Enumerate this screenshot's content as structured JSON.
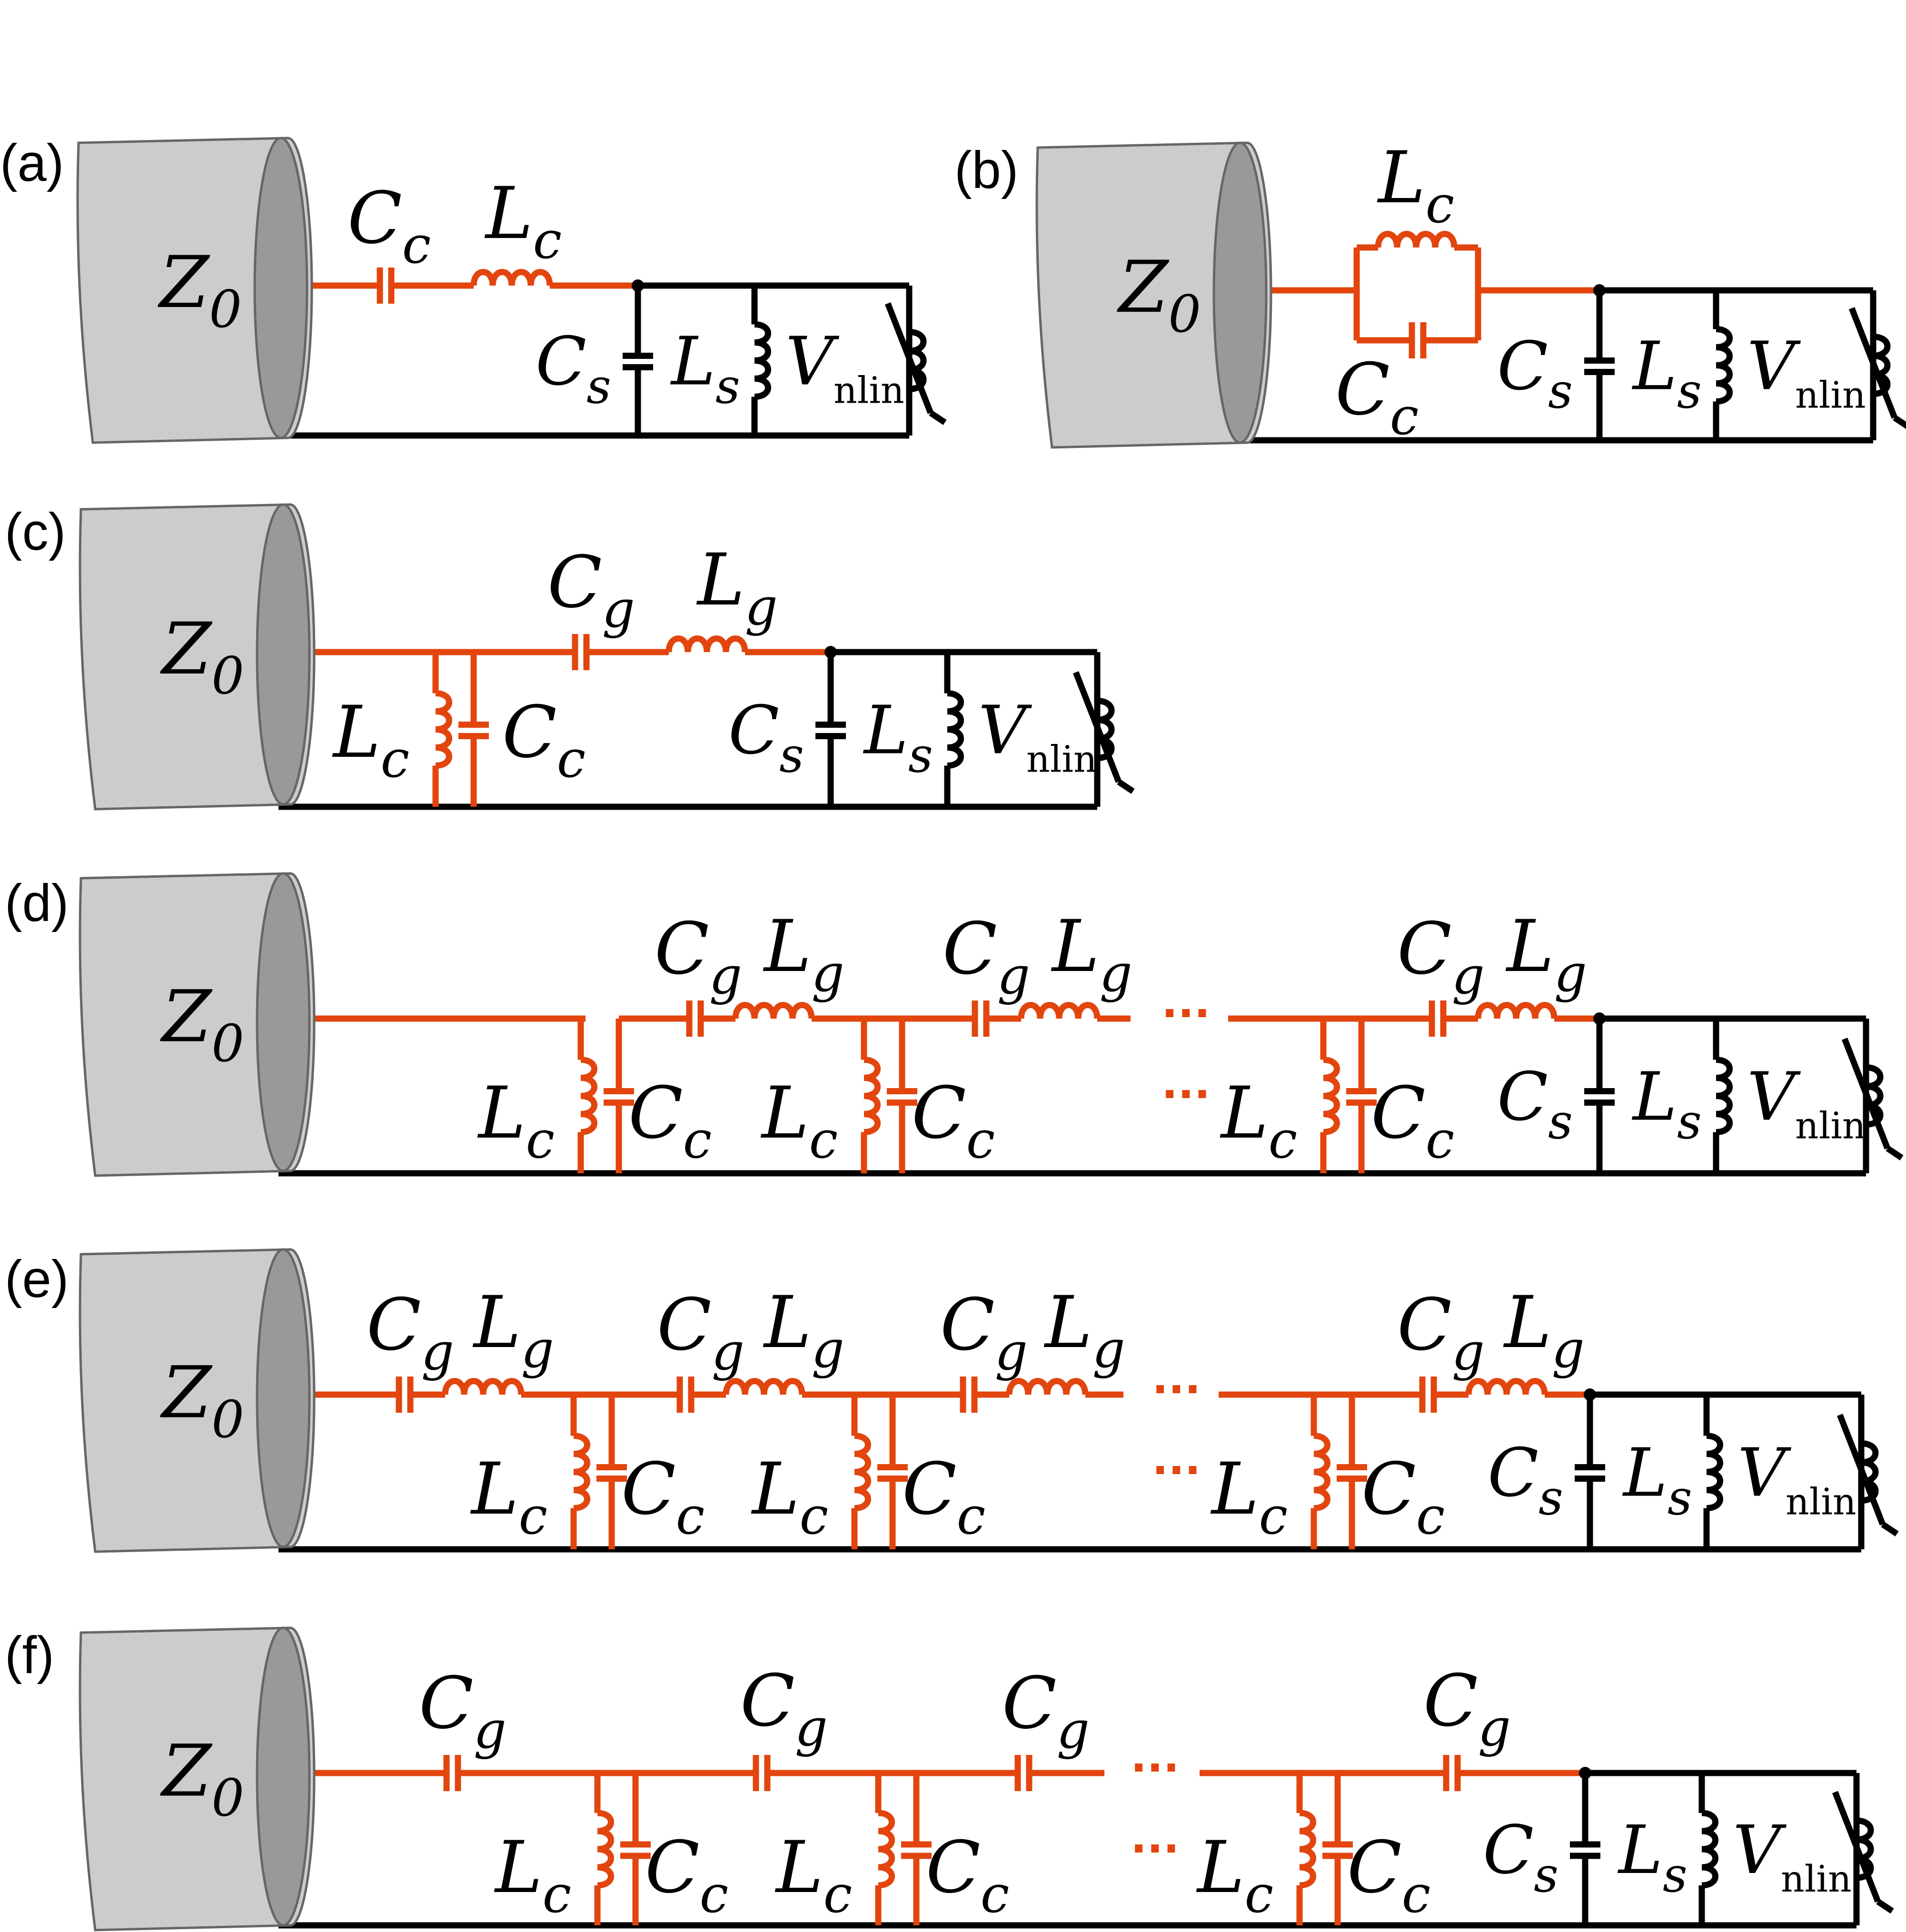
{
  "colors": {
    "feed": "#e2450e",
    "circuit": "#000000",
    "cylinder_body": "#cccccc",
    "cylinder_face": "#999999",
    "cylinder_edge": "#666666"
  },
  "labels": {
    "Z0": [
      "Z",
      "0"
    ],
    "Cc": [
      "C",
      "c"
    ],
    "Lc": [
      "L",
      "c"
    ],
    "Cg": [
      "C",
      "g"
    ],
    "Lg": [
      "L",
      "g"
    ],
    "Cs": [
      "C",
      "s"
    ],
    "Ls": [
      "L",
      "s"
    ],
    "Vn": [
      "V",
      "nlin"
    ]
  },
  "ellipsis": "···",
  "panels": [
    {
      "tag": "(a)",
      "variant": "series-cc-lc"
    },
    {
      "tag": "(b)",
      "variant": "parallel-lc-cc"
    },
    {
      "tag": "(c)",
      "variant": "shunt-then-gap"
    },
    {
      "tag": "(d)",
      "variant": "chain-shunt-first"
    },
    {
      "tag": "(e)",
      "variant": "chain-gap-first"
    },
    {
      "tag": "(f)",
      "variant": "chain-capacitive"
    }
  ]
}
